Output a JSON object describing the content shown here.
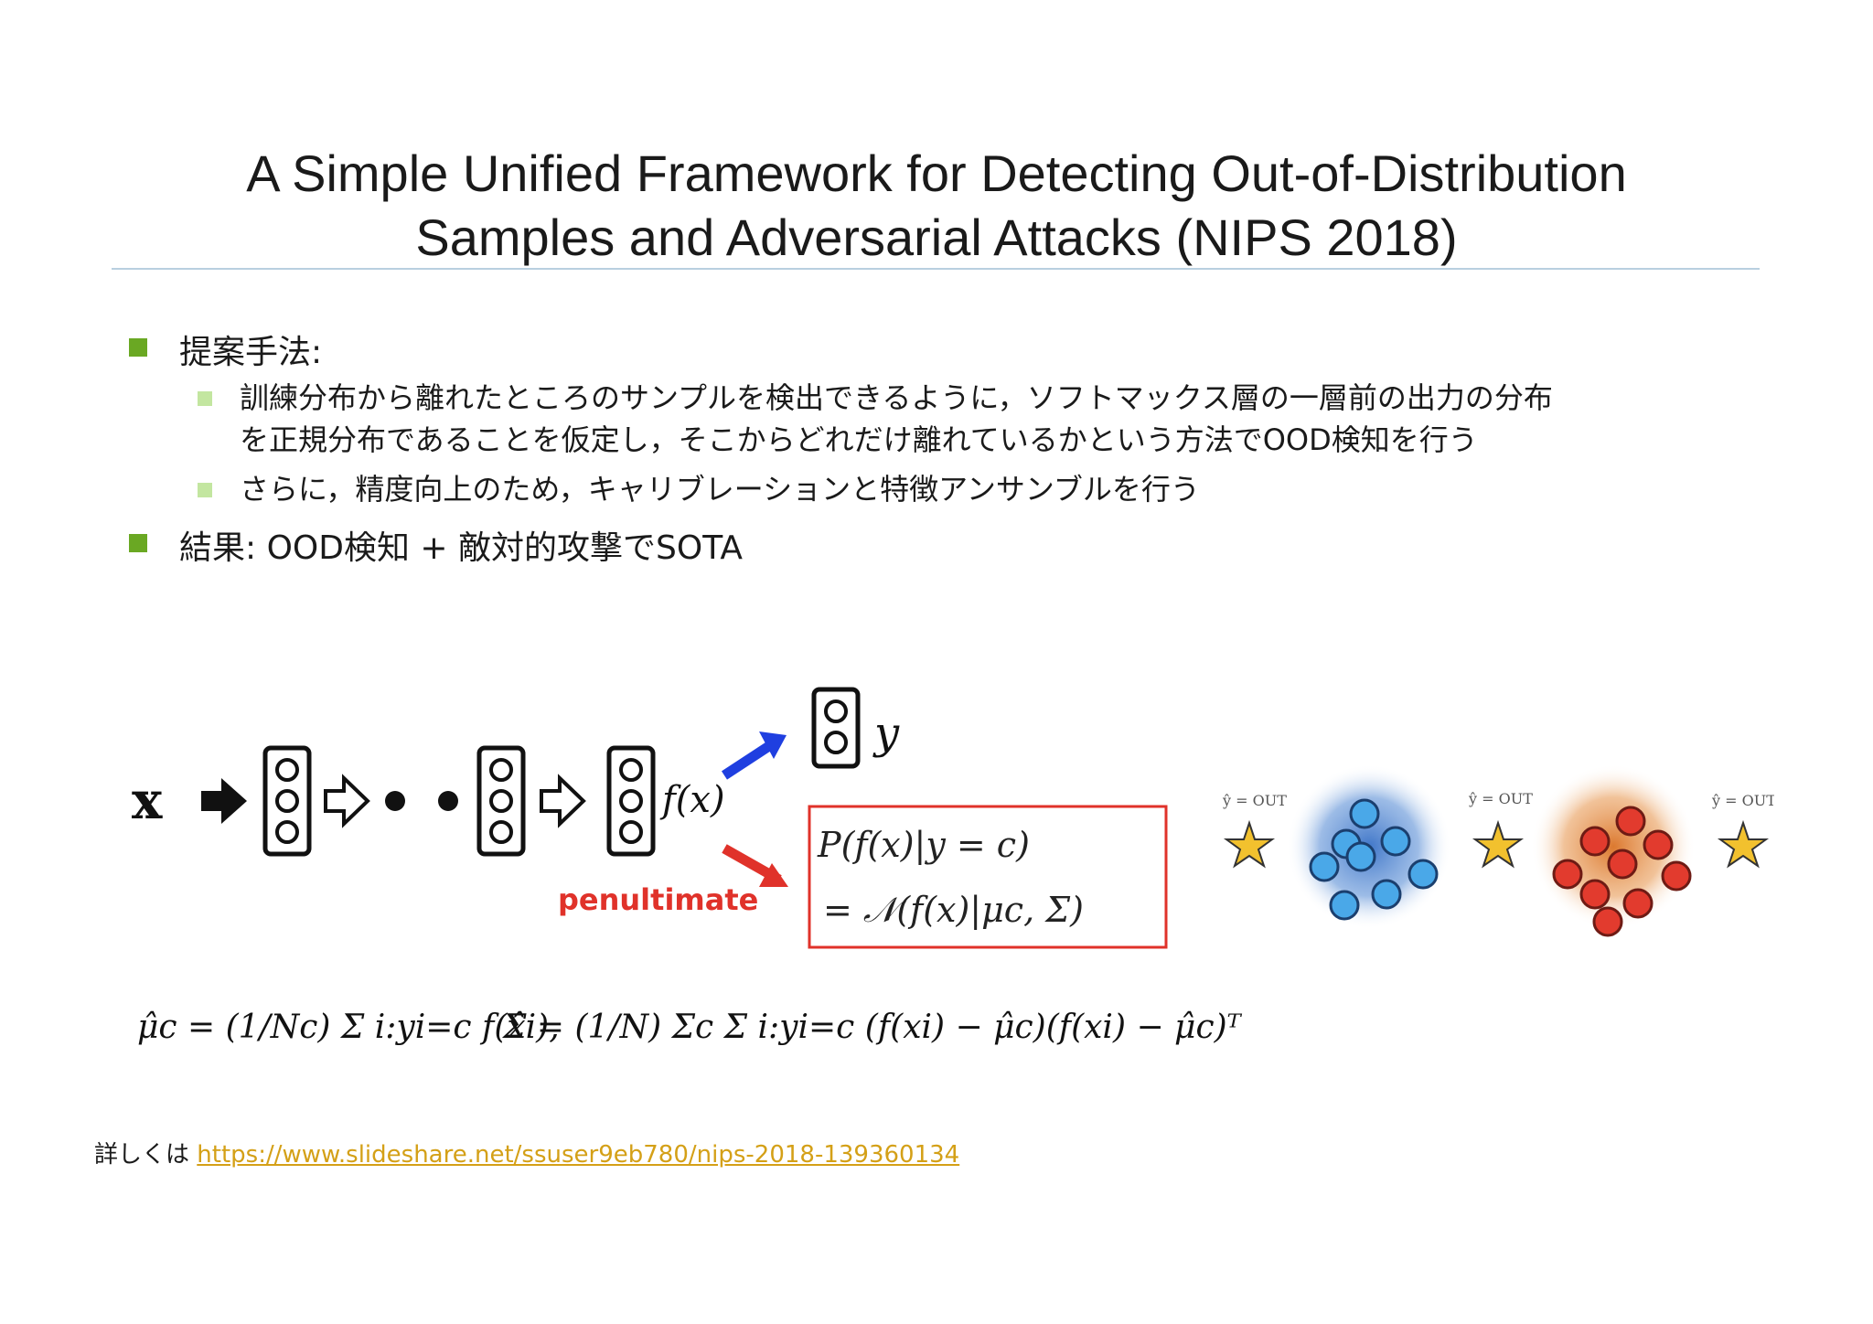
{
  "slide": {
    "title_line1": "A Simple Unified Framework for Detecting Out-of-Distribution",
    "title_line2": "Samples and Adversarial Attacks (NIPS 2018)"
  },
  "bullets": {
    "method_label": "提案手法:",
    "method_sub1_line1": "訓練分布から離れたところのサンプルを検出できるように，ソフトマックス層の一層前の出力の分布",
    "method_sub1_line2": "を正規分布であることを仮定し，そこからどれだけ離れているかという方法でOOD検知を行う",
    "method_sub2": "さらに，精度向上のため，キャリブレーションと特徴アンサンブルを行う",
    "result": "結果: OOD検知 + 敵対的攻撃でSOTA"
  },
  "figure": {
    "input_label": "x",
    "feature_label": "f(x)",
    "output_label": "y",
    "penultimate_label": "penultimate",
    "gda_line1": "P(f(x)|y = c)",
    "gda_line2": "= 𝒩(f(x)|μc, Σ)",
    "ood_tags": [
      "ŷ = OUT",
      "ŷ = OUT",
      "ŷ = OUT"
    ],
    "formula_mu": "μ̂c = (1/Nc) Σ i:yi=c f(xi),",
    "formula_sigma": "Σ̂ = (1/N) Σc Σ i:yi=c (f(xi) − μ̂c)(f(xi) − μ̂c)ᵀ",
    "colors": {
      "blue_arrow": "#1f3fe0",
      "red_arrow": "#e0322a",
      "penultimate": "#e0322a",
      "box_border": "#e0322a",
      "blue_cluster": "#4aa8e8",
      "red_cluster": "#e23b2e",
      "star": "#f2c12e"
    }
  },
  "footer": {
    "prefix": "詳しくは",
    "link": "https://www.slideshare.net/ssuser9eb780/nips-2018-139360134"
  },
  "accent": {
    "bullet_level1": "#6aa823",
    "bullet_level2": "#c3e6a0",
    "rule": "#b9cfe0",
    "link": "#d4a017"
  }
}
